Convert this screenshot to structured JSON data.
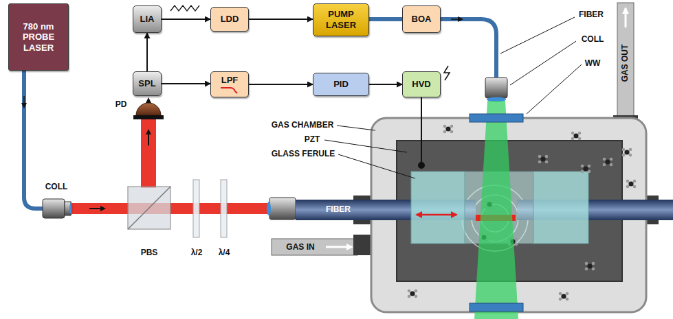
{
  "diagram": {
    "nodes": [
      {
        "text": [
          "780 nm PROBE LASER"
        ]
      },
      {
        "text": [
          "LIA"
        ]
      },
      {
        "text": [
          "LDD"
        ]
      },
      {
        "text": [
          "PUMP LASER"
        ]
      },
      {
        "text": [
          "BOA"
        ]
      },
      {
        "text": [
          "SPL"
        ]
      },
      {
        "text": [
          "LPF"
        ]
      },
      {
        "text": [
          "PID"
        ]
      },
      {
        "text": [
          "HVD"
        ]
      }
    ],
    "edges": [
      {
        "from": 1,
        "to": 2,
        "arrow": "to"
      },
      {
        "from": 2,
        "to": 3,
        "arrow": "to"
      },
      {
        "from": 3,
        "to": 4,
        "arrow": "none"
      },
      {
        "from": 5,
        "to": 1,
        "arrow": "to"
      },
      {
        "from": 5,
        "to": 6,
        "arrow": "to"
      },
      {
        "from": 6,
        "to": 7,
        "arrow": "to"
      },
      {
        "from": 7,
        "to": 8,
        "arrow": "to"
      }
    ],
    "labels": [
      "COLL",
      "PD",
      "PBS",
      "λ/2",
      "λ/4",
      "FIBER",
      "GAS IN",
      "GAS CHAMBER",
      "PZT",
      "GLASS FERULE",
      "FIBER",
      "COLL",
      "WW",
      "GAS OUT"
    ]
  }
}
